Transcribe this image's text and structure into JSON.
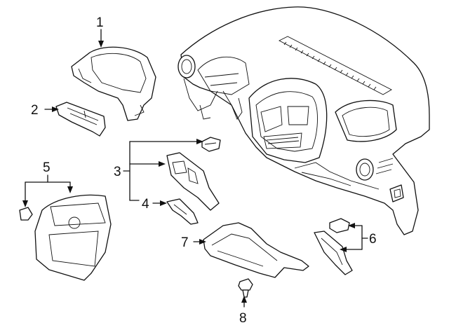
{
  "diagram": {
    "callouts": [
      "1",
      "2",
      "3",
      "4",
      "5",
      "6",
      "7",
      "8"
    ]
  }
}
